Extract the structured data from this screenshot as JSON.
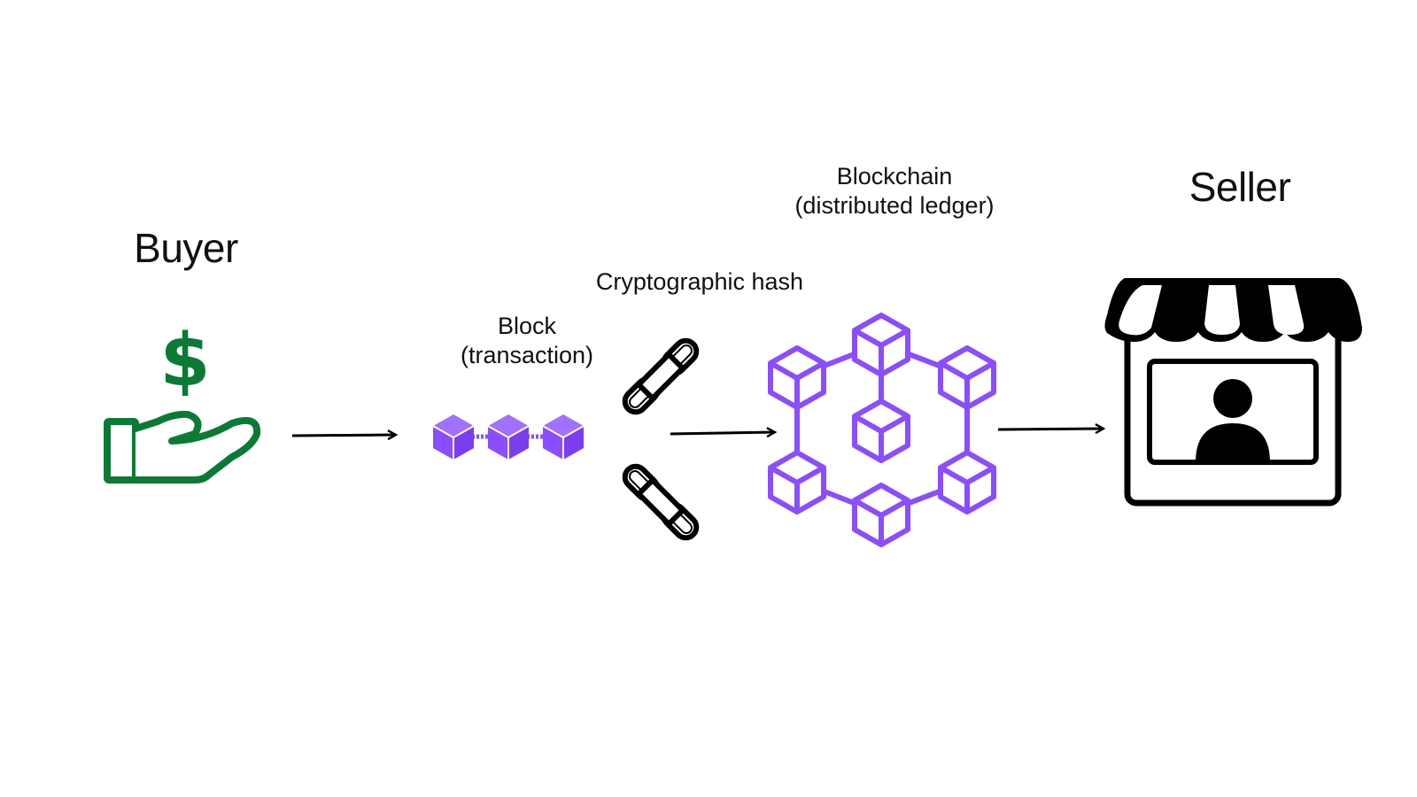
{
  "labels": {
    "buyer": "Buyer",
    "seller": "Seller",
    "block_line1": "Block",
    "block_line2": "(transaction)",
    "hash": "Cryptographic hash",
    "blockchain_line1": "Blockchain",
    "blockchain_line2": "(distributed ledger)"
  },
  "icons": {
    "buyer": "hand-with-dollar-icon",
    "block": "linked-blocks-icon",
    "hash": "chain-link-icon",
    "blockchain": "blockchain-network-icon",
    "seller": "storefront-icon"
  },
  "colors": {
    "green": "#0a7a35",
    "purple": "#8a4dff",
    "black": "#000000"
  }
}
